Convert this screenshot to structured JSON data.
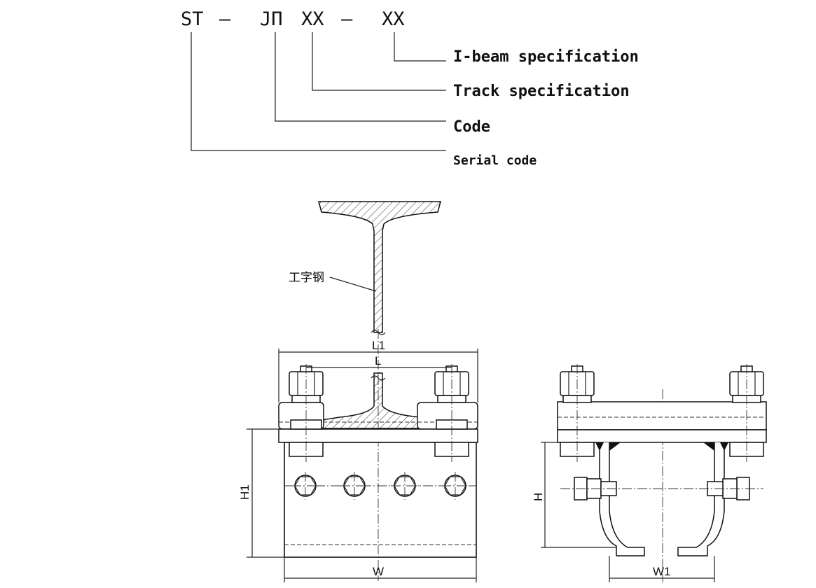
{
  "code": {
    "parts": [
      "ST",
      "—",
      "JΠ",
      "XX",
      "—",
      "XX"
    ]
  },
  "legend": {
    "ibeam": "I-beam specification",
    "track": "Track specification",
    "code": "Code",
    "serial": "Serial code"
  },
  "drawing": {
    "ibeam_label": "工字钢",
    "dim_L1": "L1",
    "dim_L": "L",
    "dim_H1": "H1",
    "dim_W": "W",
    "dim_H": "H",
    "dim_W1": "W1"
  }
}
